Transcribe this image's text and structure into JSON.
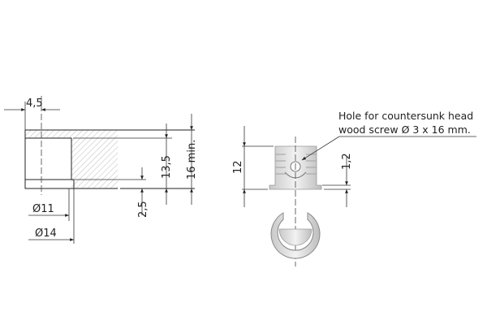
{
  "left_drawing": {
    "dim_width": "4,5",
    "dim_depth_small": "2,5",
    "dim_depth_hole": "13,5",
    "dim_depth_min": "16 min.",
    "dim_diameter_inner": "Ø11",
    "dim_diameter_outer": "Ø14"
  },
  "right_drawing": {
    "dim_height": "12",
    "dim_flange": "1,2",
    "note_line1": "Hole for countersunk head",
    "note_line2": "wood screw Ø 3 x 16 mm."
  },
  "colors": {
    "line": "#222222",
    "hatch": "#bbbbbb",
    "part": "#d8d8d8"
  }
}
